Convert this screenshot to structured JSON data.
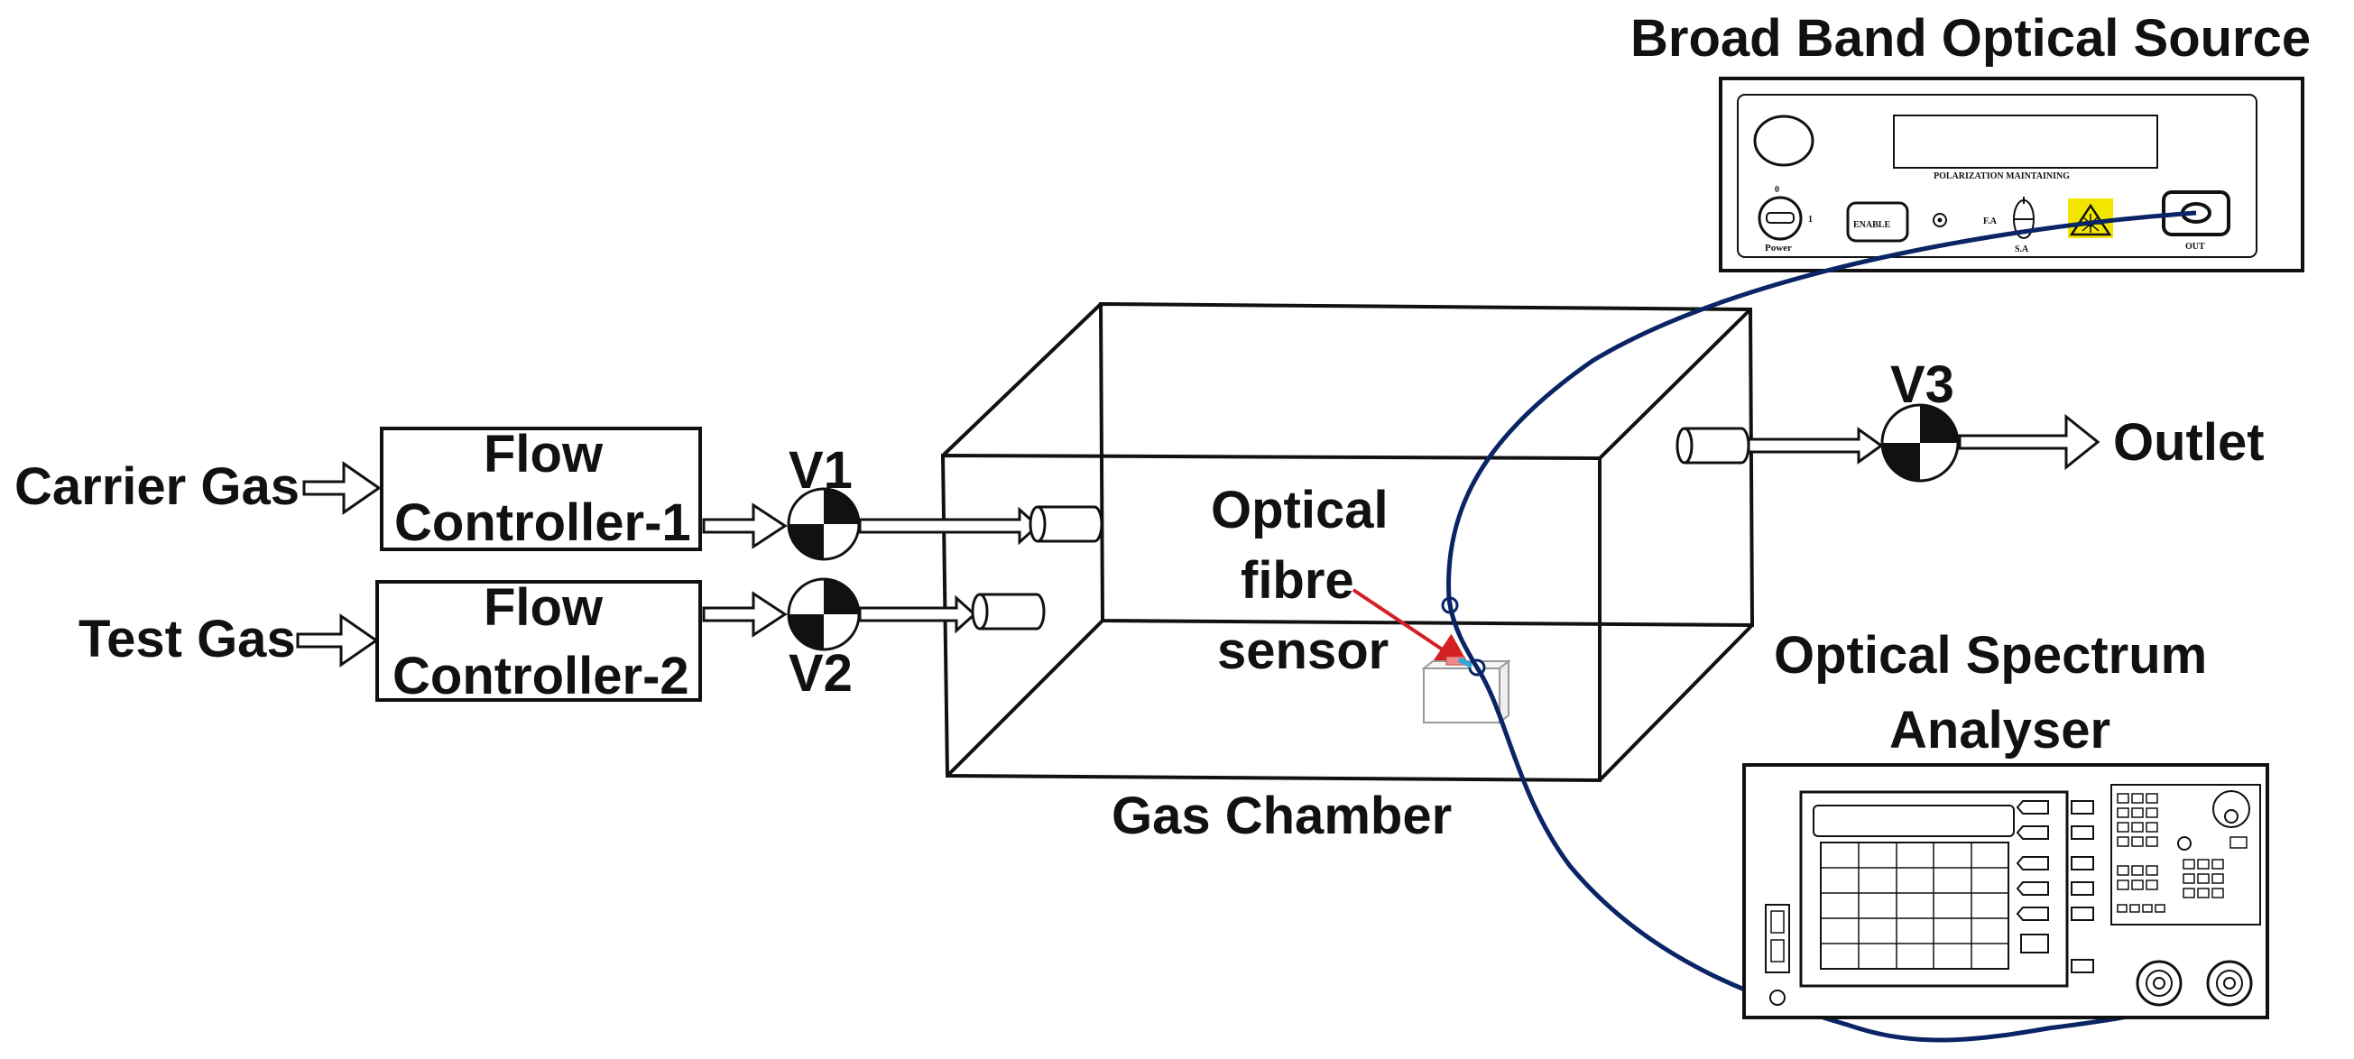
{
  "labels": {
    "broadband_source": "Broad Band Optical Source",
    "carrier_gas": "Carrier Gas",
    "test_gas": "Test Gas",
    "flow_line": "Flow",
    "controller1": "Controller-1",
    "controller2": "Controller-2",
    "v1": "V1",
    "v2": "V2",
    "v3": "V3",
    "outlet": "Outlet",
    "sensor_line1": "Optical",
    "sensor_line2": "fibre",
    "sensor_line3": "sensor",
    "gas_chamber": "Gas Chamber",
    "osa_line1": "Optical Spectrum",
    "osa_line2": "Analyser"
  },
  "source_panel": {
    "polarization": "POLARIZATION MAINTAINING",
    "power": "Power",
    "switch_off": "0",
    "switch_on": "1",
    "enable": "ENABLE",
    "fa": "F.A",
    "sa": "S.A",
    "out": "OUT"
  },
  "colors": {
    "fiber": "#0b2466",
    "sensor_arrow": "#d42020",
    "fiber_tip": "#33a8d8",
    "laser_warning": "#f2e600"
  }
}
